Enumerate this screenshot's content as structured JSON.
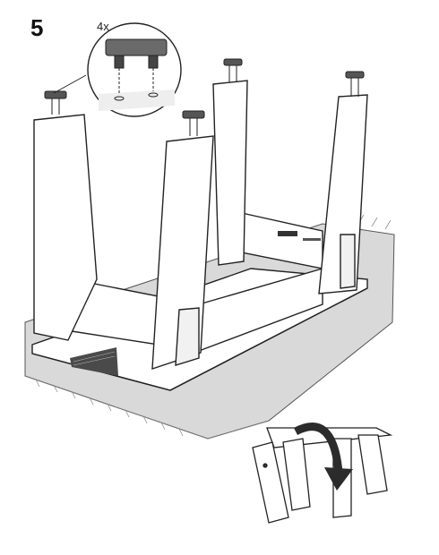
{
  "step": {
    "number": "5"
  },
  "callout": {
    "quantity": "4x",
    "part": "glide-pad"
  },
  "colors": {
    "ink": "#222222",
    "floor": "#d9d9d9",
    "floor_hatch": "#9a9a9a",
    "panel": "#ffffff",
    "inset": "#e6e6e6",
    "arrow": "#2b2b2b"
  }
}
